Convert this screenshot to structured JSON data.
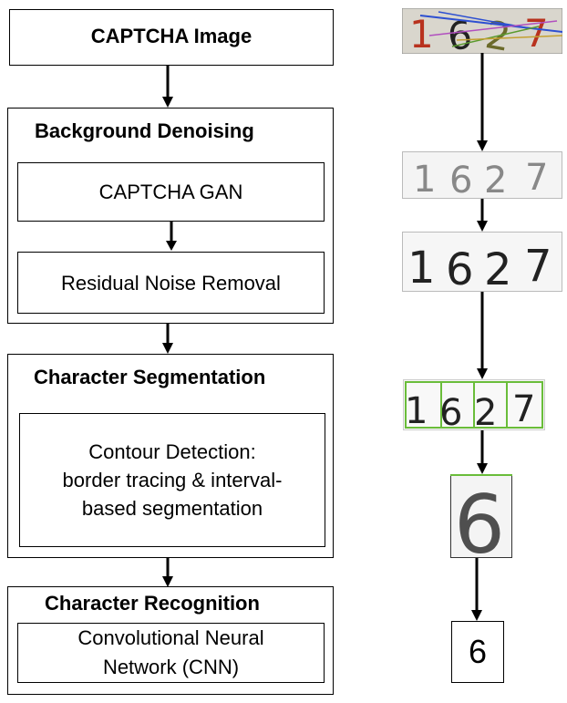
{
  "steps": {
    "captcha_image": "CAPTCHA Image",
    "background_denoising": {
      "title": "Background Denoising",
      "sub1": "CAPTCHA GAN",
      "sub2": "Residual Noise Removal"
    },
    "character_segmentation": {
      "title": "Character Segmentation",
      "sub": [
        "Contour Detection:",
        "border tracing & interval-",
        "based segmentation"
      ]
    },
    "character_recognition": {
      "title": "Character Recognition",
      "sub": [
        "Convolutional Neural",
        "Network (CNN)"
      ]
    }
  },
  "images": {
    "captcha_digits": [
      "1",
      "6",
      "2",
      "7"
    ],
    "segmented_char": "6"
  },
  "result": "6"
}
